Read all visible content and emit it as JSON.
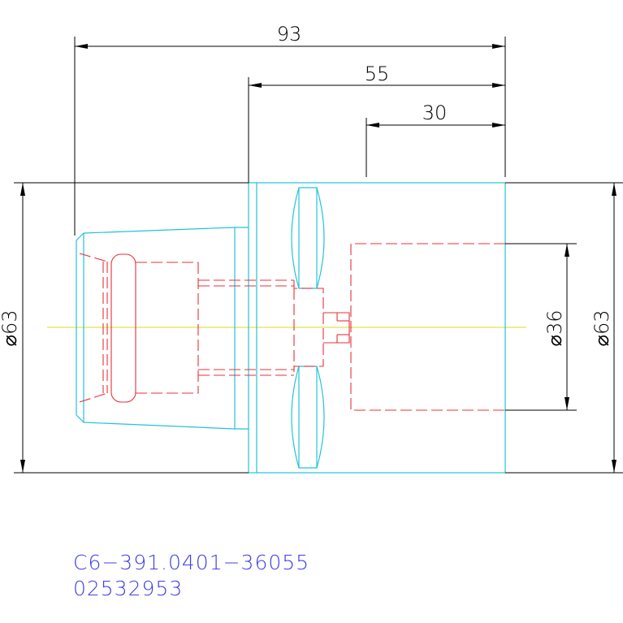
{
  "dimensions": {
    "overall_length": "93",
    "body_length": "55",
    "bore_depth": "30",
    "left_diameter": "⌀63",
    "bore_diameter": "⌀36",
    "right_diameter": "⌀63"
  },
  "part": {
    "code": "C6−391.0401−36055",
    "number": "02532953"
  },
  "colors": {
    "dimension": "#000000",
    "outline": "#22c4d4",
    "hidden": "#e8303a",
    "centerline": "#e6e24a",
    "label": "#4040e0"
  }
}
